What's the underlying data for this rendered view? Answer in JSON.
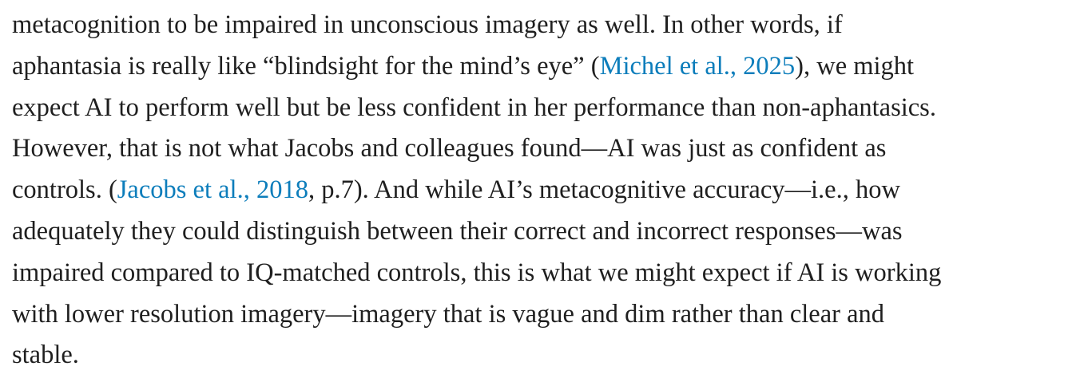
{
  "paragraph": {
    "l1": "metacognition to be impaired in unconscious imagery as well. In other words, if",
    "l2a": "aphantasia is really like “blindsight for the mind’s eye” (",
    "l2link": "Michel et al., 2025",
    "l2b": "), we might",
    "l3": "expect AI to perform well but be less confident in her performance than non-aphantasics.",
    "l4": "However, that is not what Jacobs and colleagues found—AI was just as confident as",
    "l5a": "controls. (",
    "l5link": "Jacobs et al., 2018",
    "l5b": ", p.7). And while AI’s metacognitive accuracy—i.e., how",
    "l6": "adequately they could distinguish between their correct and incorrect responses—was",
    "l7": "impaired compared to IQ-matched controls, this is what we might expect if AI is working",
    "l8": "with lower resolution imagery—imagery that is vague and dim rather than clear and",
    "l9": "stable."
  },
  "colors": {
    "link": "#0c7dbb",
    "text": "#1f1f1f"
  }
}
